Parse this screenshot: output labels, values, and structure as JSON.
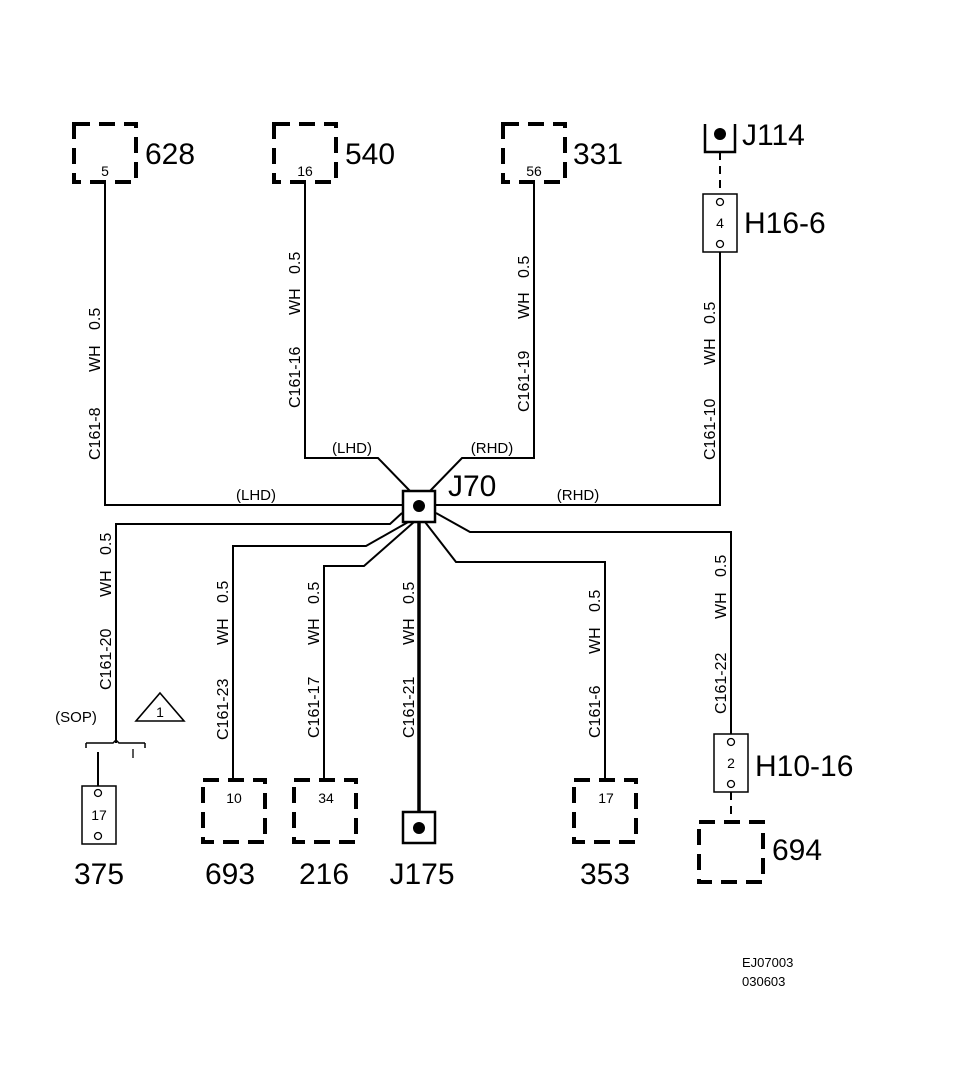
{
  "diagram": {
    "splice": {
      "id": "J70"
    },
    "components": [
      {
        "id": "628",
        "pin": "5"
      },
      {
        "id": "540",
        "pin": "16"
      },
      {
        "id": "331",
        "pin": "56"
      },
      {
        "id": "375",
        "pin": "17"
      },
      {
        "id": "693",
        "pin": "10"
      },
      {
        "id": "216",
        "pin": "34"
      },
      {
        "id": "353",
        "pin": "17"
      },
      {
        "id": "694",
        "pin": ""
      }
    ],
    "connectors": [
      {
        "id": "H16-6",
        "pin": "4"
      },
      {
        "id": "H10-16",
        "pin": "2"
      }
    ],
    "ground_points": [
      {
        "id": "J114"
      },
      {
        "id": "J175"
      }
    ],
    "wires": [
      {
        "circuit": "C161-8",
        "color": "WH",
        "size": "0.5",
        "variant": "(LHD)"
      },
      {
        "circuit": "C161-16",
        "color": "WH",
        "size": "0.5",
        "variant": "(LHD)"
      },
      {
        "circuit": "C161-19",
        "color": "WH",
        "size": "0.5",
        "variant": "(RHD)"
      },
      {
        "circuit": "C161-10",
        "color": "WH",
        "size": "0.5",
        "variant": "(RHD)"
      },
      {
        "circuit": "C161-20",
        "color": "WH",
        "size": "0.5",
        "variant": ""
      },
      {
        "circuit": "C161-23",
        "color": "WH",
        "size": "0.5",
        "variant": ""
      },
      {
        "circuit": "C161-17",
        "color": "WH",
        "size": "0.5",
        "variant": ""
      },
      {
        "circuit": "C161-21",
        "color": "WH",
        "size": "0.5",
        "variant": ""
      },
      {
        "circuit": "C161-6",
        "color": "WH",
        "size": "0.5",
        "variant": ""
      },
      {
        "circuit": "C161-22",
        "color": "WH",
        "size": "0.5",
        "variant": ""
      }
    ],
    "notes": {
      "sop": "(SOP)",
      "triangle_number": "1"
    },
    "doc_ref": {
      "code": "EJ07003",
      "date": "030603"
    }
  }
}
